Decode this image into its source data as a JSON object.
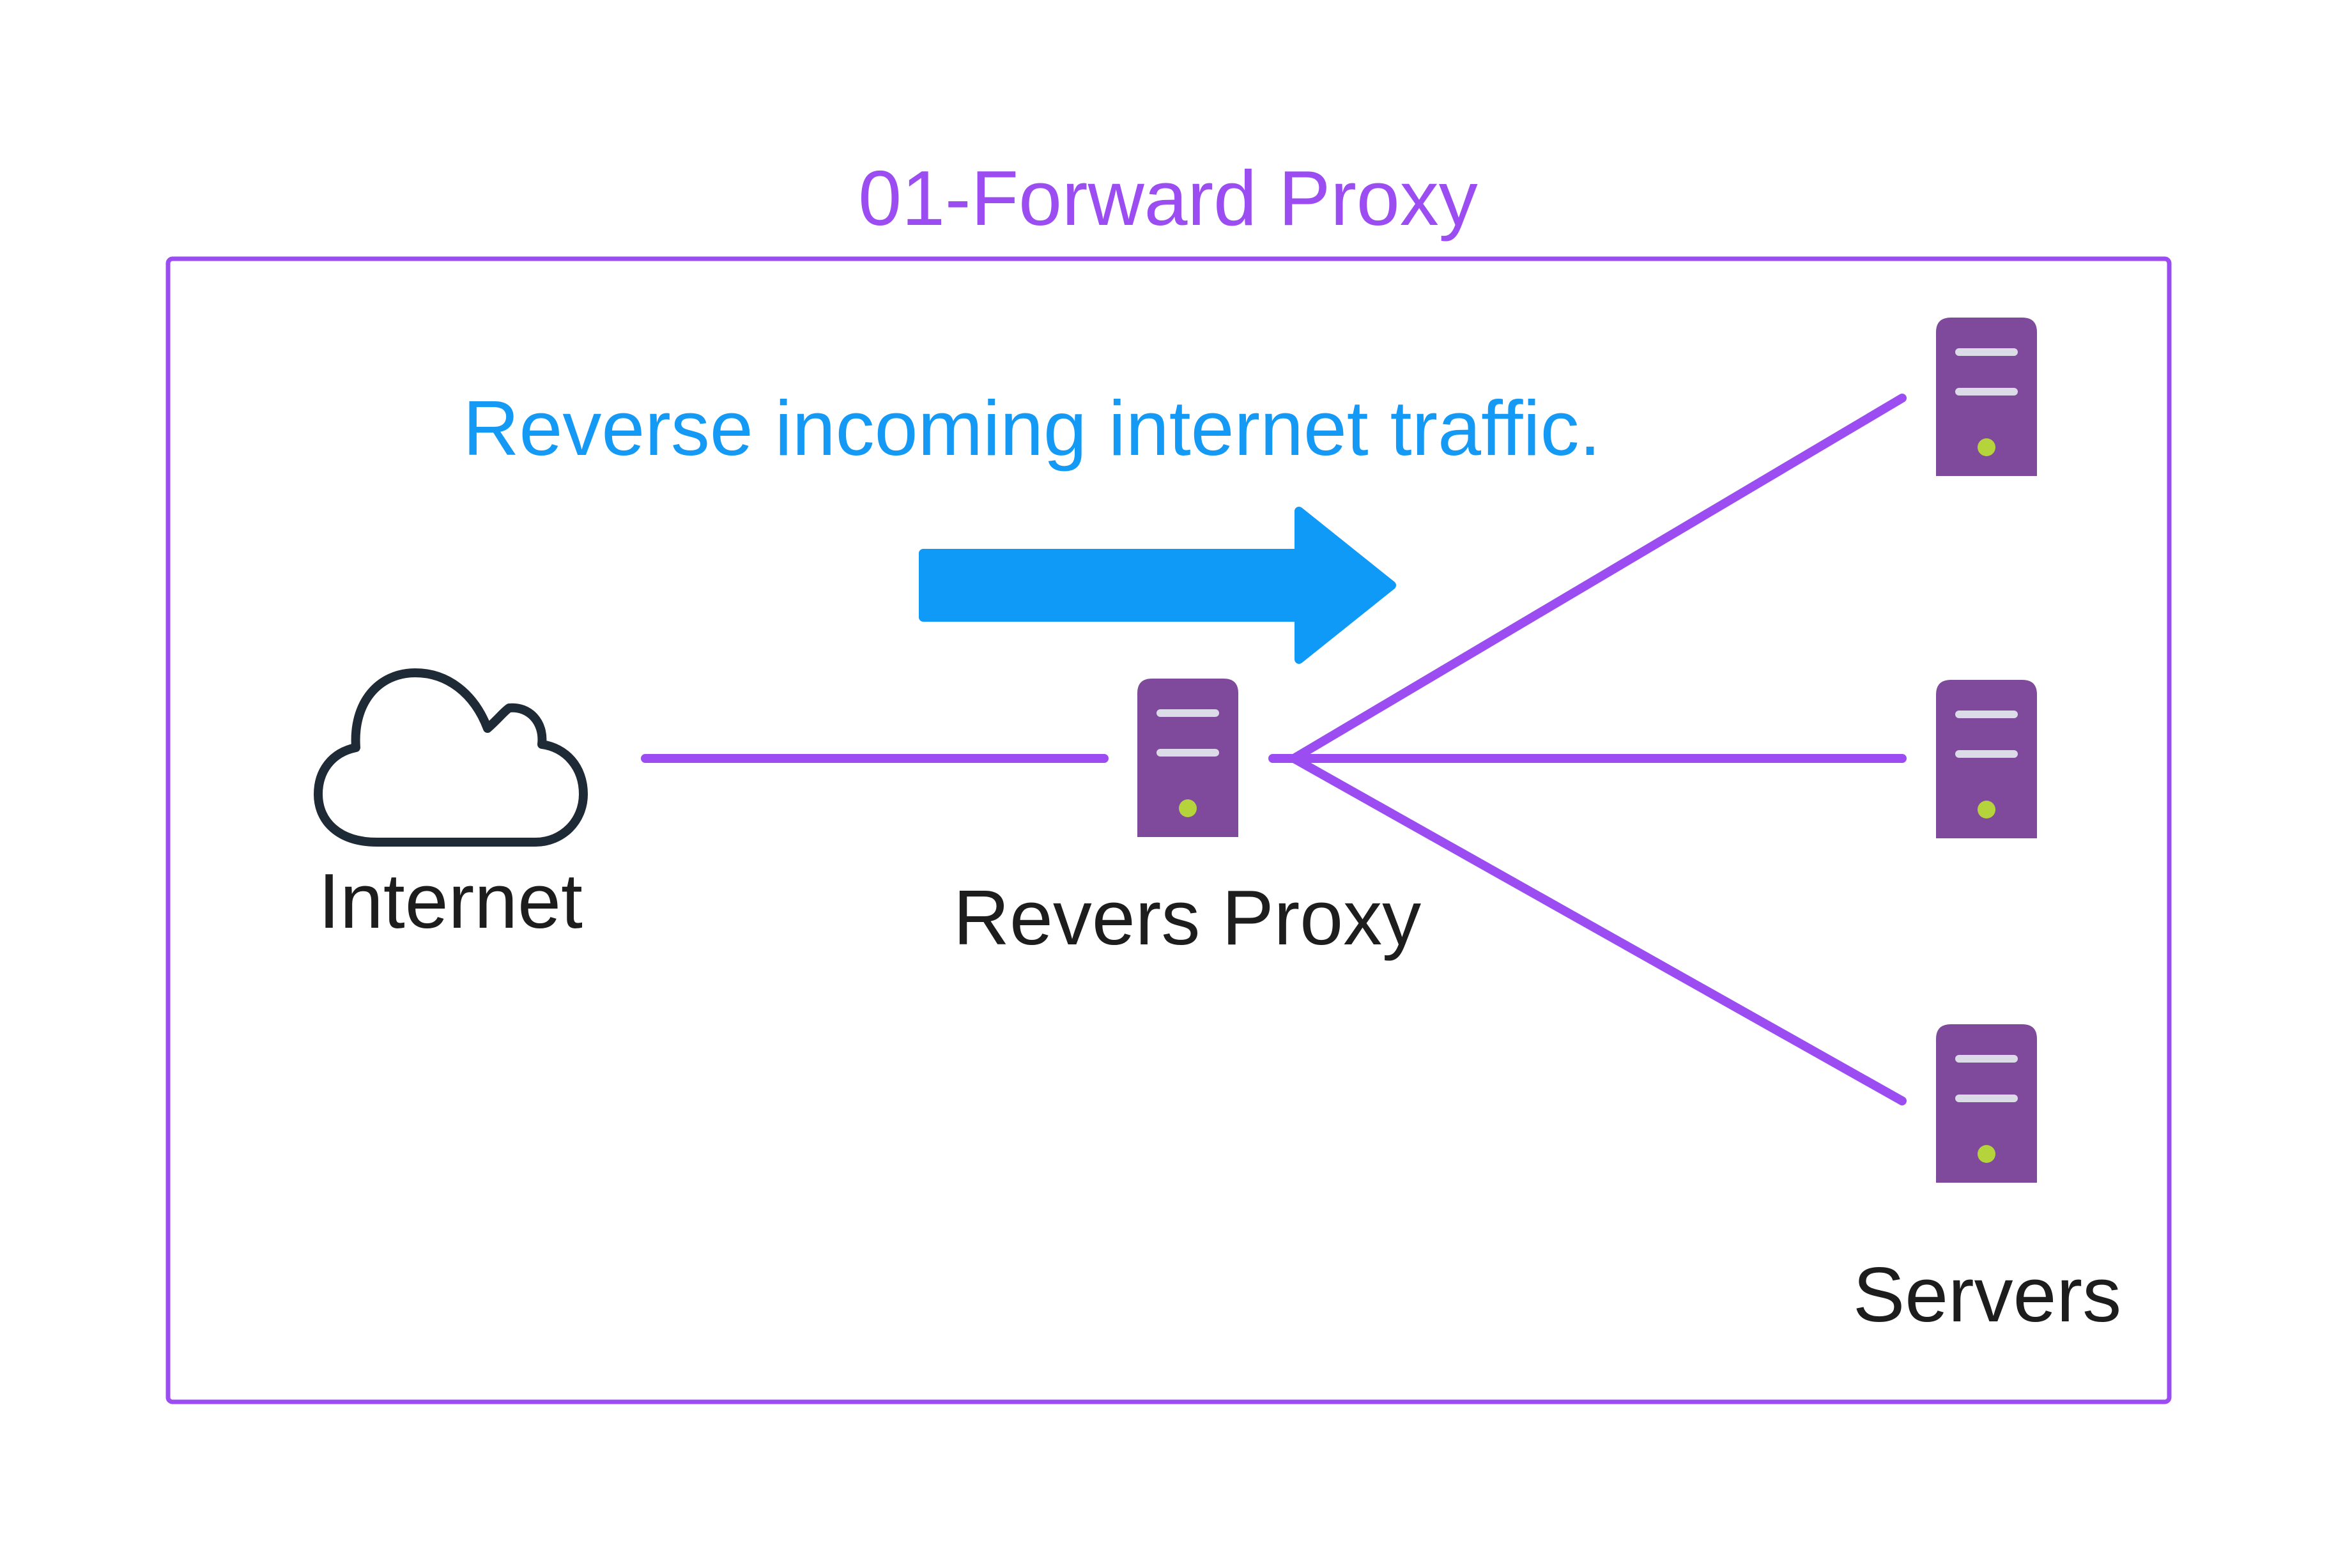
{
  "diagram": {
    "title": "01-Forward Proxy",
    "caption": "Reverse incoming internet traffic.",
    "nodes": {
      "internet_label": "Internet",
      "proxy_label": "Revers Proxy",
      "servers_label": "Servers"
    },
    "icons": {
      "internet": "cloud-icon",
      "proxy": "server-icon",
      "servers": "server-icon"
    },
    "colors": {
      "frame": "#9b4df2",
      "title": "#9b4df2",
      "caption": "#149af5",
      "arrow": "#0f9af8",
      "connector": "#9b4df2",
      "server_body": "#7f4a9b",
      "server_slot": "#dcdce8",
      "server_led": "#b5d33a",
      "cloud_stroke": "#1f2a37",
      "label_text": "#1d1d1d"
    }
  }
}
